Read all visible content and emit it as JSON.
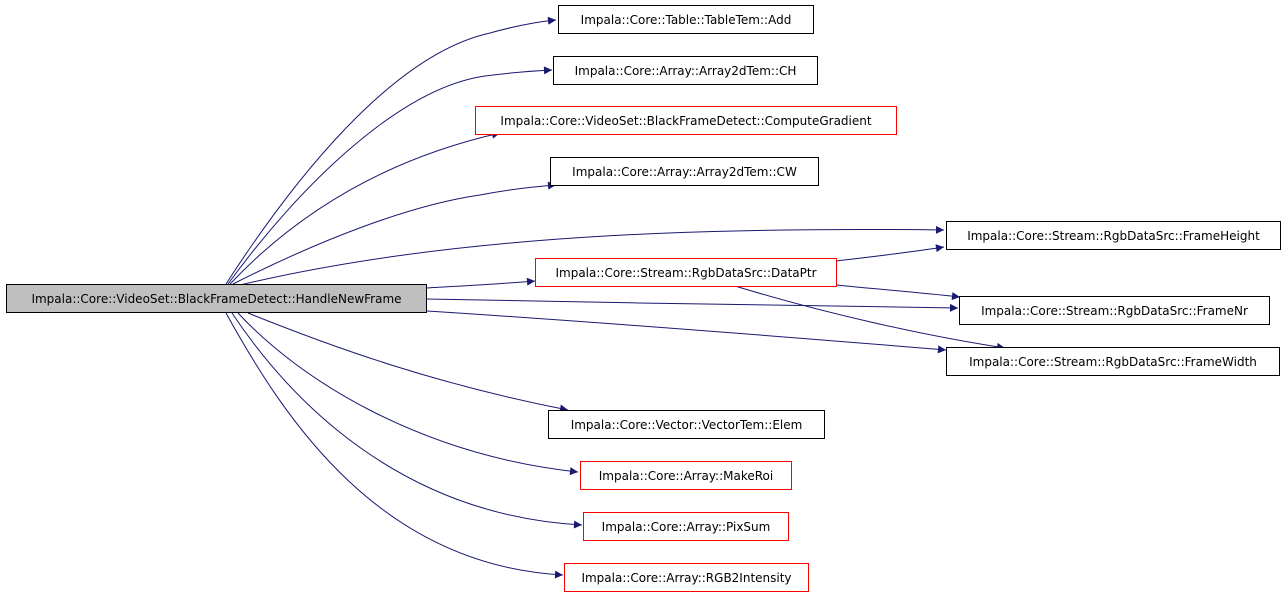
{
  "colors": {
    "edge": "#191970",
    "root_fill": "#bfbfbf",
    "root_border": "#000000",
    "normal_border": "#000000",
    "linked_border": "#ff0000",
    "node_fill": "#ffffff"
  },
  "root": {
    "id": "root",
    "label": "Impala::Core::VideoSet::BlackFrameDetect::HandleNewFrame",
    "style": "root"
  },
  "nodes": [
    {
      "id": "add",
      "label": "Impala::Core::Table::TableTem::Add",
      "style": "normal"
    },
    {
      "id": "ch",
      "label": "Impala::Core::Array::Array2dTem::CH",
      "style": "normal"
    },
    {
      "id": "computegradient",
      "label": "Impala::Core::VideoSet::BlackFrameDetect::ComputeGradient",
      "style": "linked"
    },
    {
      "id": "cw",
      "label": "Impala::Core::Array::Array2dTem::CW",
      "style": "normal"
    },
    {
      "id": "frameheight",
      "label": "Impala::Core::Stream::RgbDataSrc::FrameHeight",
      "style": "normal"
    },
    {
      "id": "dataptr",
      "label": "Impala::Core::Stream::RgbDataSrc::DataPtr",
      "style": "linked"
    },
    {
      "id": "framenr",
      "label": "Impala::Core::Stream::RgbDataSrc::FrameNr",
      "style": "normal"
    },
    {
      "id": "framewidth",
      "label": "Impala::Core::Stream::RgbDataSrc::FrameWidth",
      "style": "normal"
    },
    {
      "id": "elem",
      "label": "Impala::Core::Vector::VectorTem::Elem",
      "style": "normal"
    },
    {
      "id": "makeroi",
      "label": "Impala::Core::Array::MakeRoi",
      "style": "linked"
    },
    {
      "id": "pixsum",
      "label": "Impala::Core::Array::PixSum",
      "style": "linked"
    },
    {
      "id": "rgb2intensity",
      "label": "Impala::Core::Array::RGB2Intensity",
      "style": "linked"
    }
  ],
  "edges": [
    {
      "from": "root",
      "to": "add"
    },
    {
      "from": "root",
      "to": "ch"
    },
    {
      "from": "root",
      "to": "computegradient"
    },
    {
      "from": "root",
      "to": "cw"
    },
    {
      "from": "root",
      "to": "frameheight"
    },
    {
      "from": "root",
      "to": "dataptr"
    },
    {
      "from": "root",
      "to": "framenr"
    },
    {
      "from": "root",
      "to": "framewidth"
    },
    {
      "from": "root",
      "to": "elem"
    },
    {
      "from": "root",
      "to": "makeroi"
    },
    {
      "from": "root",
      "to": "pixsum"
    },
    {
      "from": "root",
      "to": "rgb2intensity"
    },
    {
      "from": "dataptr",
      "to": "frameheight"
    },
    {
      "from": "dataptr",
      "to": "framenr"
    },
    {
      "from": "dataptr",
      "to": "framewidth"
    }
  ]
}
